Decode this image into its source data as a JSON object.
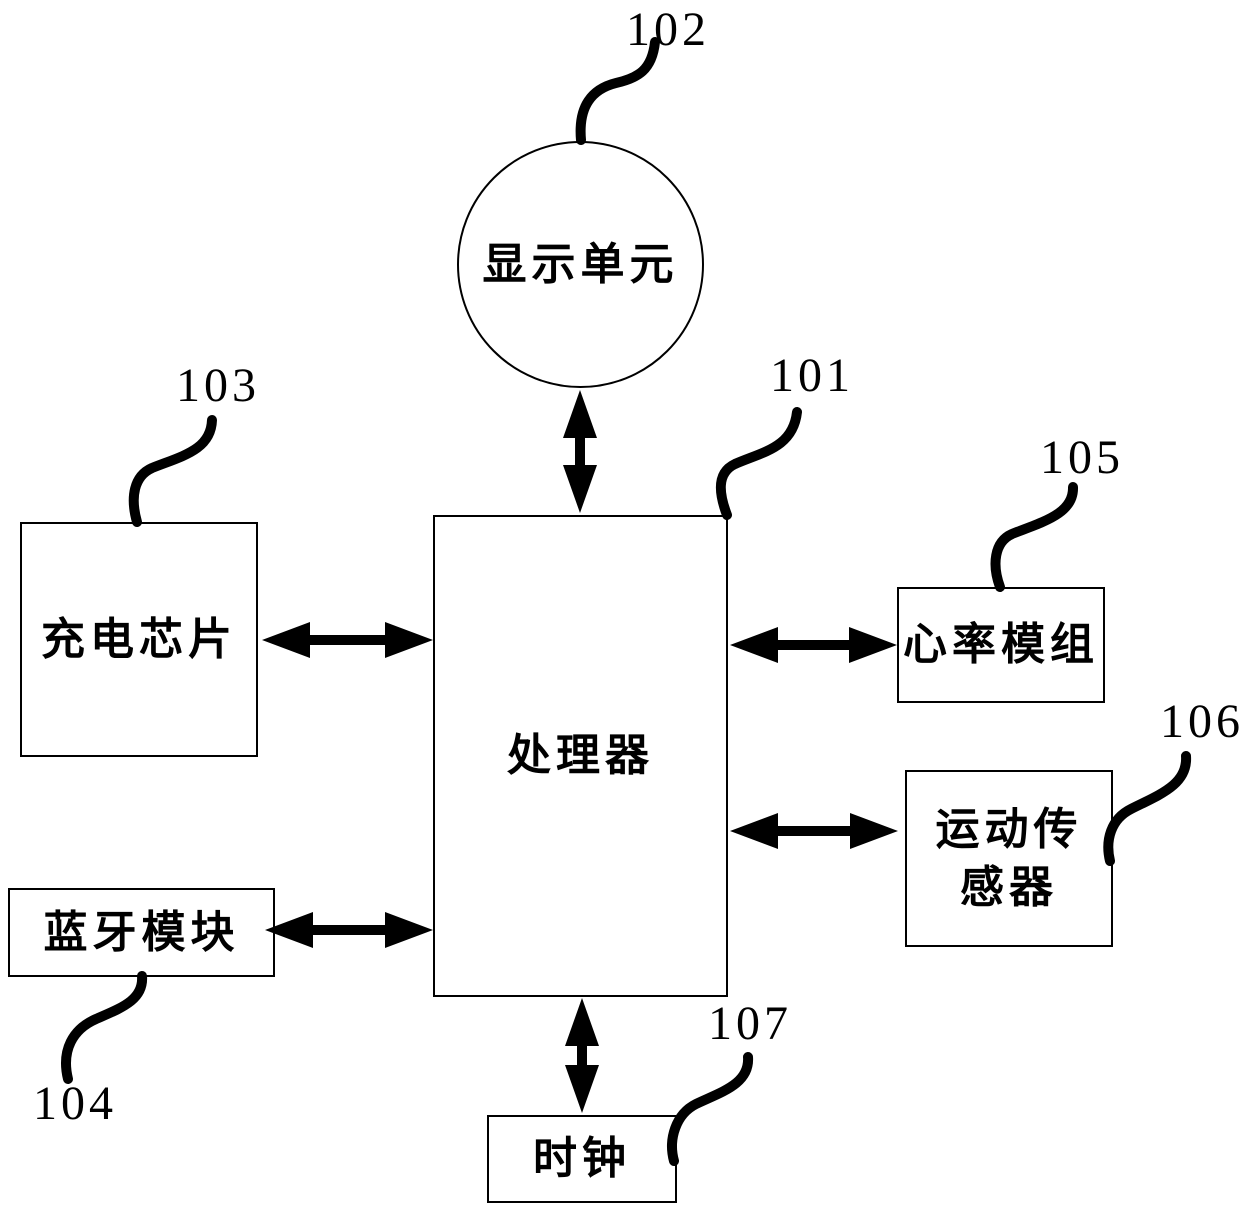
{
  "figure": {
    "type": "block-diagram",
    "nodes": {
      "display_unit": {
        "label": "显示单元",
        "ref": "102",
        "shape": "circle"
      },
      "processor": {
        "label": "处理器",
        "ref": "101",
        "shape": "rect"
      },
      "charging_chip": {
        "label": "充电芯片",
        "ref": "103",
        "shape": "rect"
      },
      "bluetooth_module": {
        "label": "蓝牙模块",
        "ref": "104",
        "shape": "rect"
      },
      "heart_rate_module": {
        "label": "心率模组",
        "ref": "105",
        "shape": "rect"
      },
      "motion_sensor": {
        "label": "运动传感器",
        "ref": "106",
        "shape": "rect"
      },
      "clock": {
        "label": "时钟",
        "ref": "107",
        "shape": "rect"
      }
    },
    "connections": [
      {
        "from": "display_unit",
        "to": "processor",
        "type": "bidirectional-arrow"
      },
      {
        "from": "charging_chip",
        "to": "processor",
        "type": "bidirectional-arrow"
      },
      {
        "from": "bluetooth_module",
        "to": "processor",
        "type": "bidirectional-arrow"
      },
      {
        "from": "heart_rate_module",
        "to": "processor",
        "type": "bidirectional-arrow"
      },
      {
        "from": "motion_sensor",
        "to": "processor",
        "type": "bidirectional-arrow"
      },
      {
        "from": "clock",
        "to": "processor",
        "type": "bidirectional-arrow"
      }
    ],
    "colors": {
      "line": "#000000",
      "background": "#ffffff"
    }
  }
}
